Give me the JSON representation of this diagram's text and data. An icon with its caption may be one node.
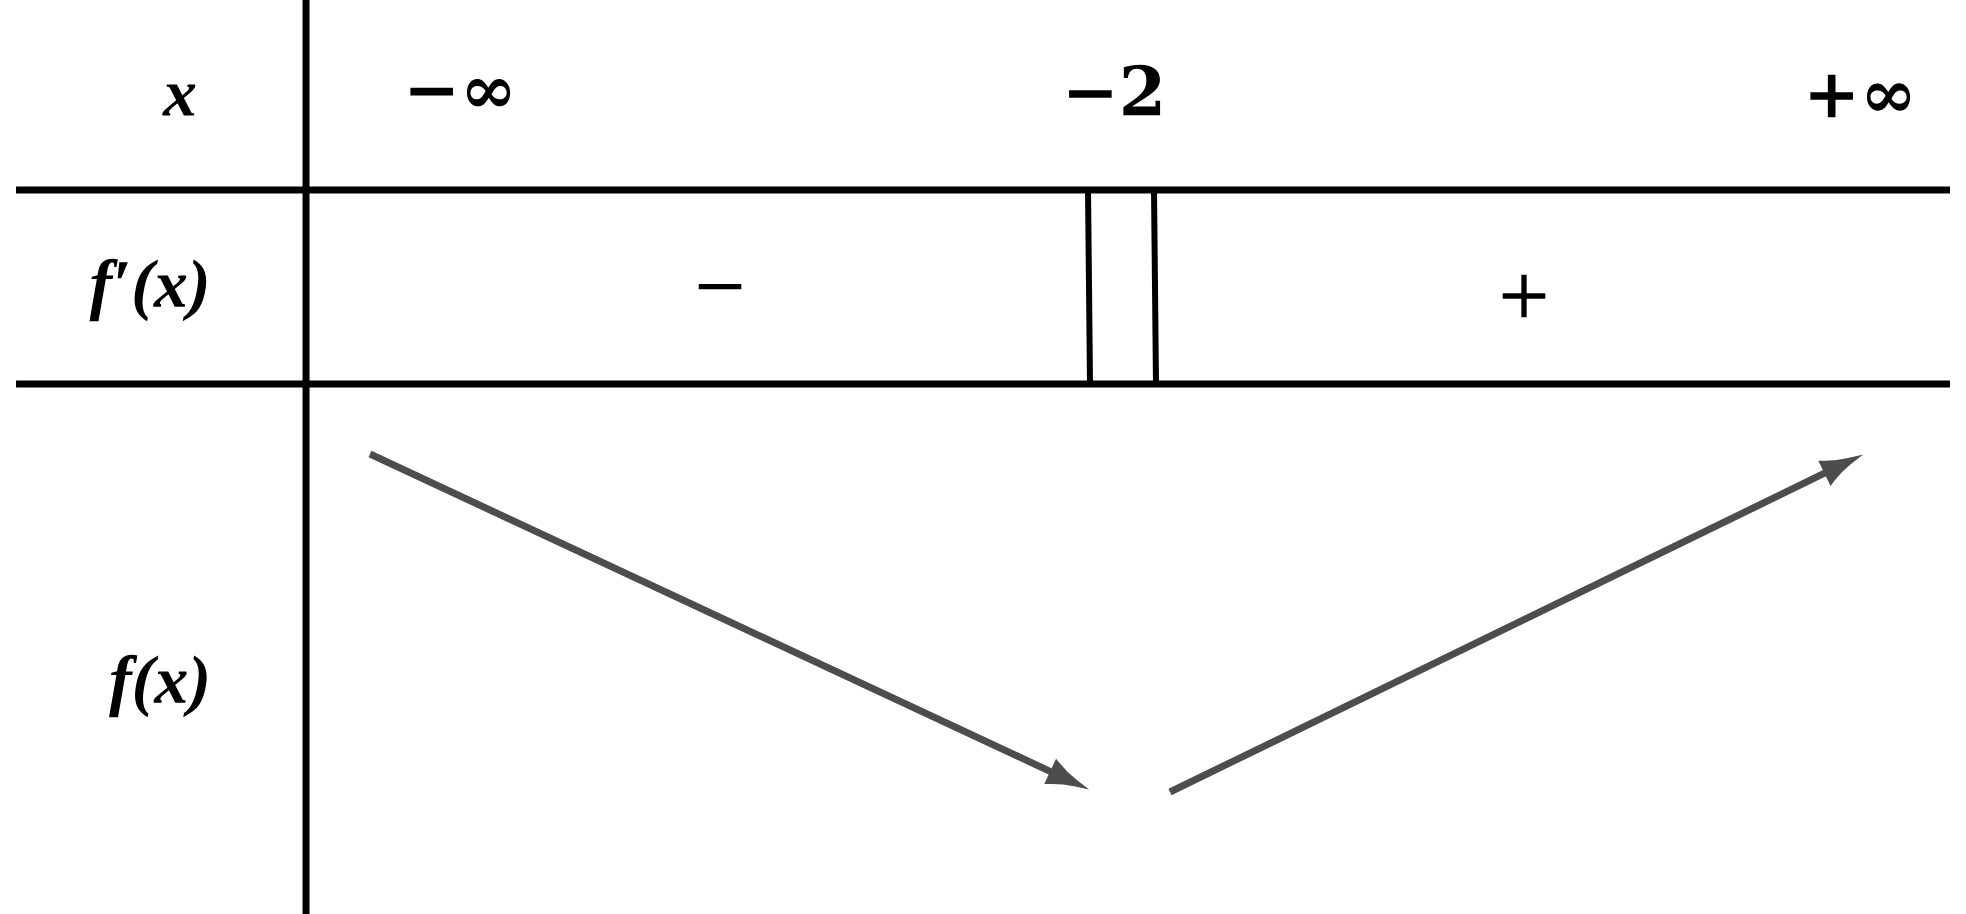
{
  "diagram": {
    "labels": [
      "x",
      "−∞",
      "−2",
      "+∞",
      "f′(x)",
      "−",
      "+",
      "f(x)"
    ]
  }
}
